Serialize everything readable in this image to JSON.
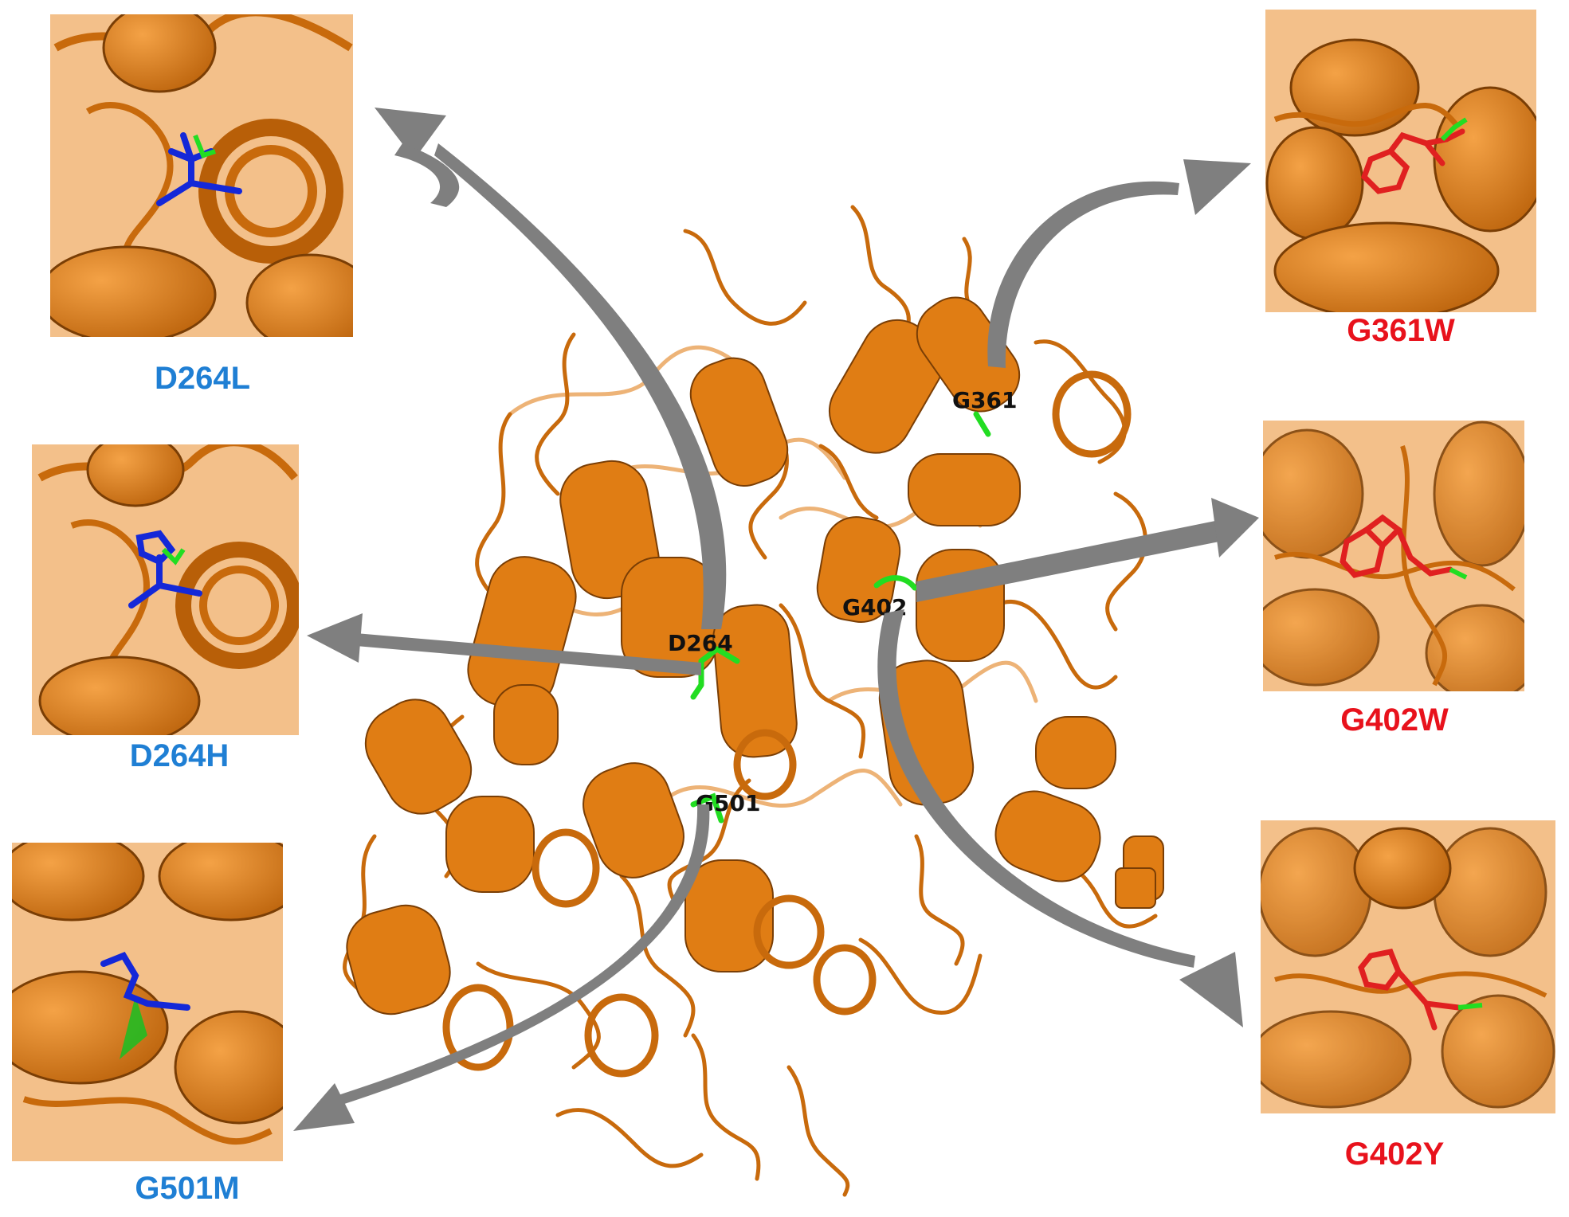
{
  "colors": {
    "protein": "#e07d14",
    "protein_dark": "#7a3e05",
    "protein_light": "#f3c08a",
    "site_highlight": "#22dd22",
    "destabilizing_label": "#1f7fd4",
    "stabilizing_label": "#e8121c",
    "mutant_blue": "#1428d8",
    "mutant_red": "#e02020",
    "arrow": "#7f7f7f"
  },
  "sites": [
    {
      "id": "G361",
      "label": "G361"
    },
    {
      "id": "G402",
      "label": "G402"
    },
    {
      "id": "D264",
      "label": "D264"
    },
    {
      "id": "G501",
      "label": "G501"
    }
  ],
  "panels": [
    {
      "id": "d264l",
      "label": "D264L",
      "label_color": "#1f7fd4",
      "site": "D264",
      "side_chain_color": "#1428d8"
    },
    {
      "id": "d264h",
      "label": "D264H",
      "label_color": "#1f7fd4",
      "site": "D264",
      "side_chain_color": "#1428d8"
    },
    {
      "id": "g501m",
      "label": "G501M",
      "label_color": "#1f7fd4",
      "site": "G501",
      "side_chain_color": "#1428d8"
    },
    {
      "id": "g361w",
      "label": "G361W",
      "label_color": "#e8121c",
      "site": "G361",
      "side_chain_color": "#e02020"
    },
    {
      "id": "g402w",
      "label": "G402W",
      "label_color": "#e8121c",
      "site": "G402",
      "side_chain_color": "#e02020"
    },
    {
      "id": "g402y",
      "label": "G402Y",
      "label_color": "#e8121c",
      "site": "G402",
      "side_chain_color": "#e02020"
    }
  ]
}
